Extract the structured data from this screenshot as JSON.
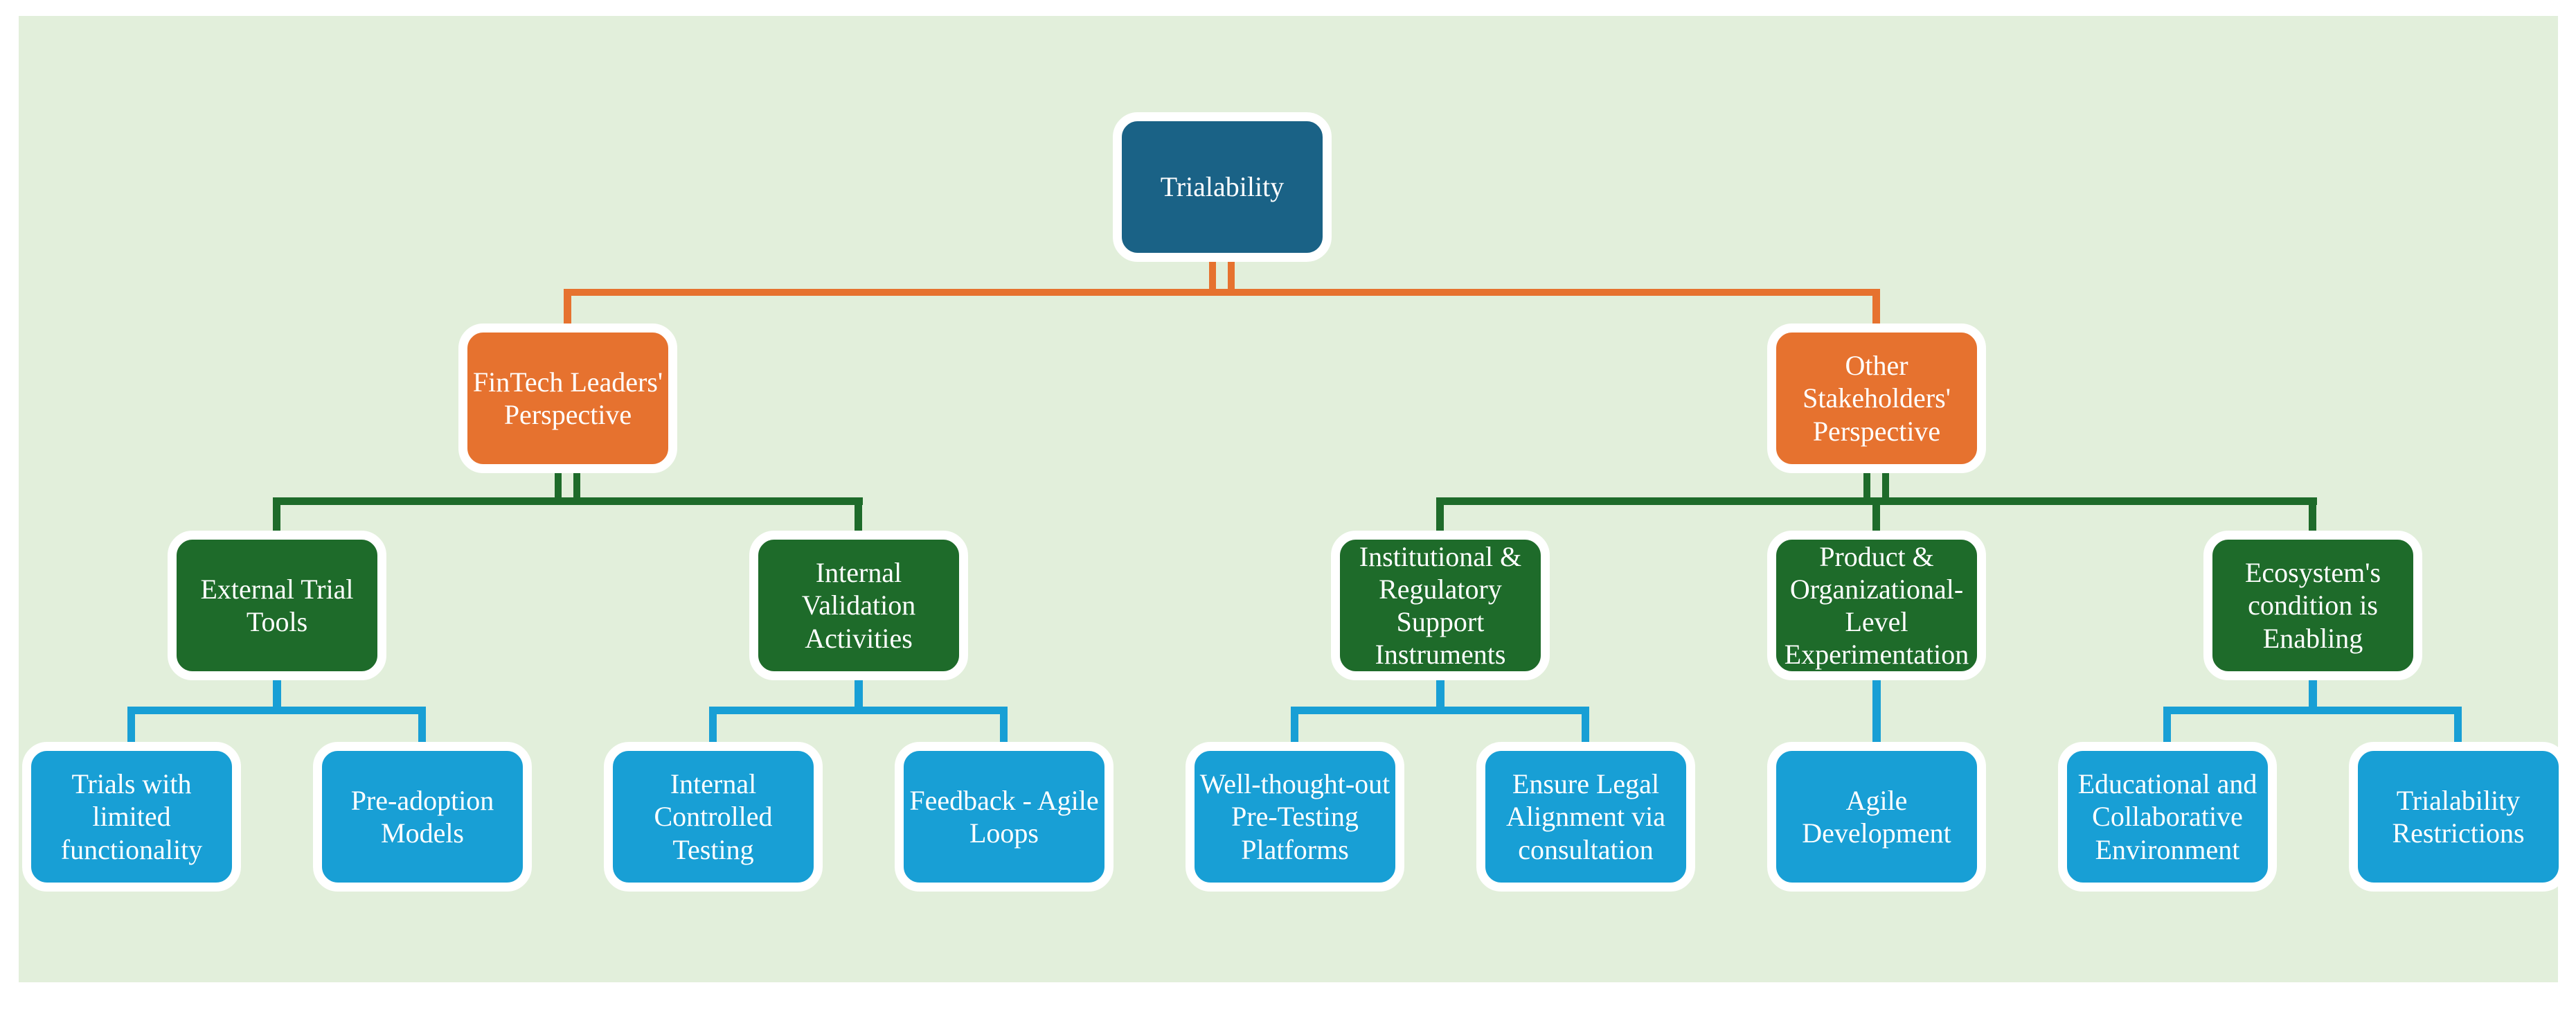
{
  "diagram": {
    "type": "hierarchy",
    "background_color": "#e2efdb",
    "colors": {
      "root_box": "#1a6286",
      "level2_box": "#e6722f",
      "level3_box": "#1e6b2a",
      "level4_box": "#189fd5",
      "box_border": "#ffffff",
      "connector_level2": "#e6722f",
      "connector_level3": "#1e6b2a",
      "connector_level4": "#189fd5",
      "text": "#ffffff"
    },
    "tree": {
      "label": "Trialability",
      "children": [
        {
          "label": "FinTech Leaders' Perspective",
          "children": [
            {
              "label": "External Trial Tools",
              "children": [
                {
                  "label": "Trials with limited functionality"
                },
                {
                  "label": "Pre-adoption Models"
                }
              ]
            },
            {
              "label": "Internal Validation Activities",
              "children": [
                {
                  "label": "Internal Controlled Testing"
                },
                {
                  "label": "Feedback - Agile Loops"
                }
              ]
            }
          ]
        },
        {
          "label": "Other Stakeholders' Perspective",
          "children": [
            {
              "label": "Institutional & Regulatory Support Instruments",
              "children": [
                {
                  "label": "Well-thought-out Pre-Testing Platforms"
                },
                {
                  "label": "Ensure Legal Alignment via consultation"
                }
              ]
            },
            {
              "label": "Product & Organizational-Level Experimentation",
              "children": [
                {
                  "label": "Agile Development"
                }
              ]
            },
            {
              "label": "Ecosystem's condition is Enabling",
              "children": [
                {
                  "label": "Educational and Collaborative Environment"
                },
                {
                  "label": "Trialability Restrictions"
                }
              ]
            }
          ]
        }
      ]
    }
  }
}
